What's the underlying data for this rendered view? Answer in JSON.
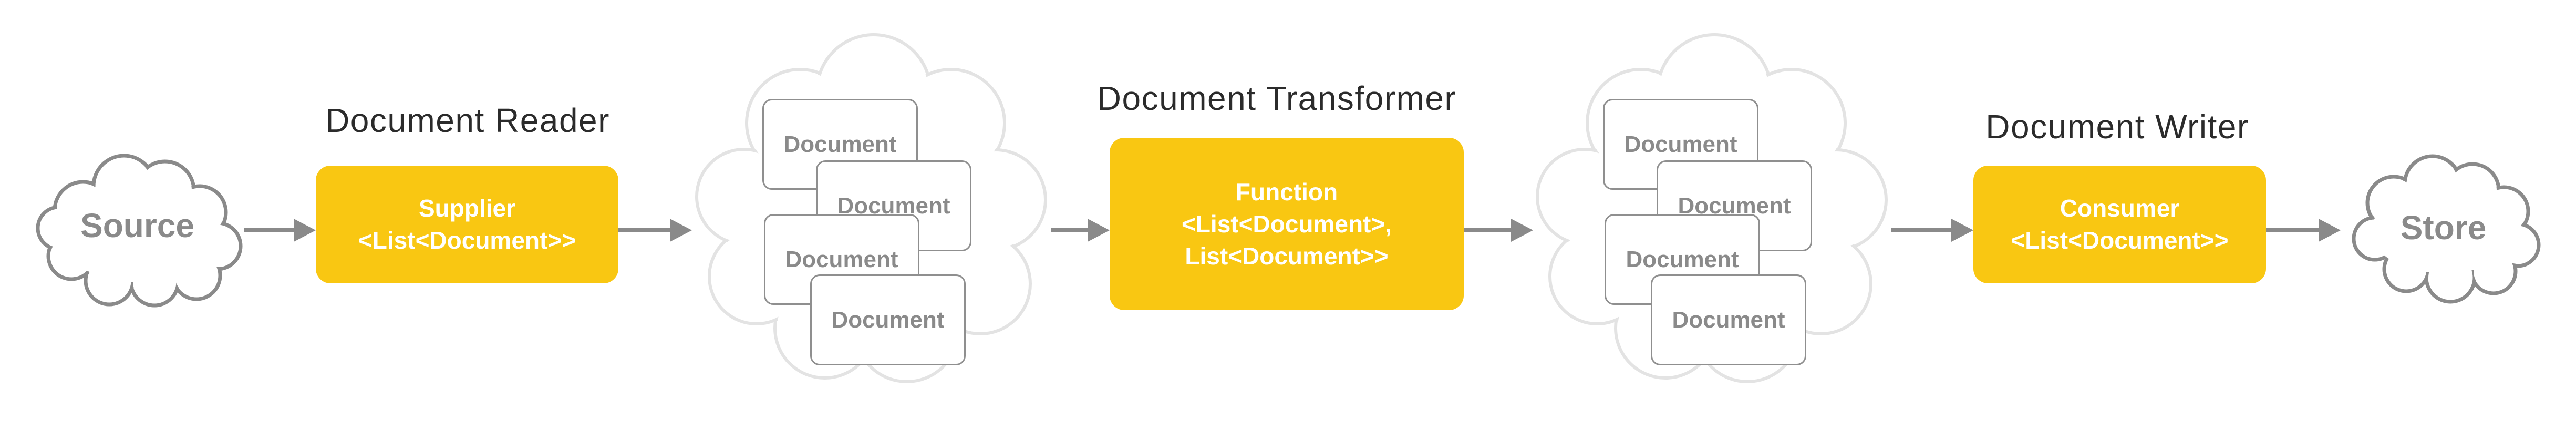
{
  "titles": {
    "reader": "Document Reader",
    "transformer": "Document Transformer",
    "writer": "Document Writer"
  },
  "clouds": {
    "source": "Source",
    "store": "Store"
  },
  "boxes": {
    "supplier": {
      "line1": "Supplier",
      "line2": "<List<Document>>"
    },
    "function": {
      "line1": "Function",
      "line2": "<List<Document>,",
      "line3": "List<Document>>"
    },
    "consumer": {
      "line1": "Consumer",
      "line2": "<List<Document>>"
    }
  },
  "cards": {
    "label": "Document"
  },
  "colors": {
    "accent_yellow": "#F9C712",
    "gray": "#8A8A8A",
    "document_cloud_outline": "#E3E3E3",
    "card_border": "#8F8F8F",
    "title_text": "#2B2B2B",
    "node_text": "#FFFFFF"
  }
}
